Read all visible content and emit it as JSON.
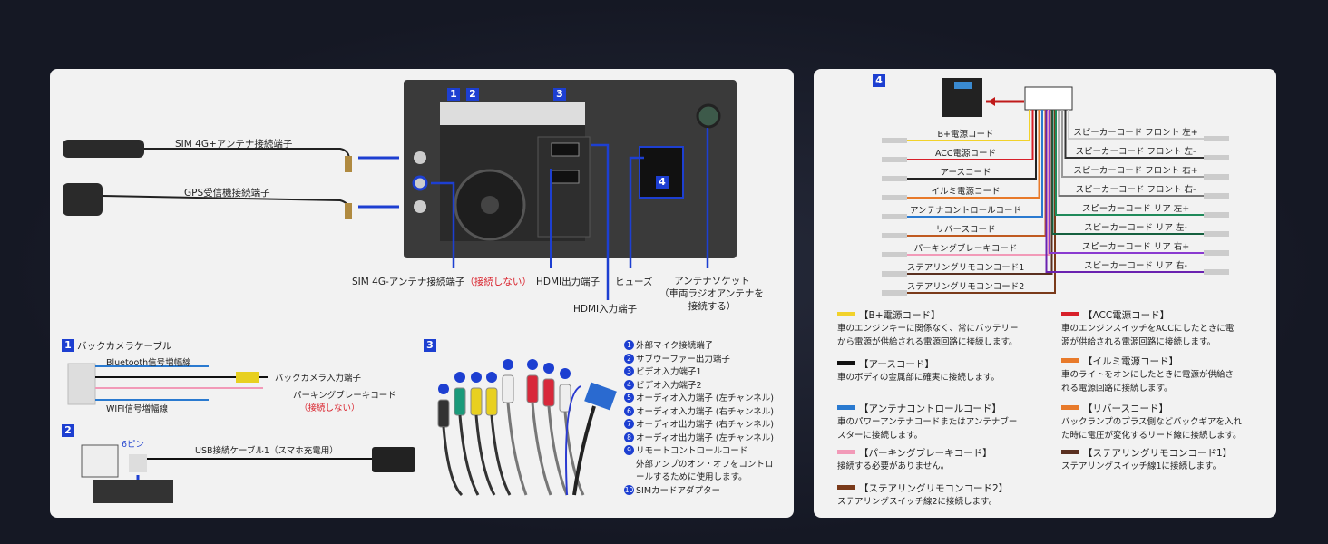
{
  "head_unit": {
    "badges": [
      "1",
      "2",
      "3",
      "4"
    ],
    "labels": {
      "sim_plus": "SIM 4G+アンテナ接続端子",
      "gps": "GPS受信機接続端子",
      "sim_minus": "SIM 4G-アンテナ接続端子",
      "sim_minus_note": "（接続しない）",
      "hdmi_out": "HDMI出力端子",
      "hdmi_in": "HDMI入力端子",
      "fuse": "ヒューズ",
      "antenna_socket": "アンテナソケット",
      "antenna_note1": "（車両ラジオアンテナを",
      "antenna_note2": "接続する）"
    }
  },
  "section1": {
    "badge": "1",
    "title": "バックカメラケーブル",
    "bluetooth": "Bluetooth信号増幅線",
    "wifi": "WIFI信号増幅線",
    "camera_in": "バックカメラ入力端子",
    "parking": "パーキングブレーキコード",
    "parking_note": "（接続しない）"
  },
  "section2": {
    "badge": "2",
    "pins": "6ピン",
    "usb": "USB接続ケーブル1（スマホ充電用）"
  },
  "section3": {
    "badge": "3",
    "items": [
      {
        "n": "1",
        "label": "外部マイク接続端子"
      },
      {
        "n": "2",
        "label": "サブウーファー出力端子"
      },
      {
        "n": "3",
        "label": "ビデオ入力端子1"
      },
      {
        "n": "4",
        "label": "ビデオ入力端子2"
      },
      {
        "n": "5",
        "label": "オーディオ入力端子 (左チャンネル)"
      },
      {
        "n": "6",
        "label": "オーディオ入力端子 (右チャンネル)"
      },
      {
        "n": "7",
        "label": "オーディオ出力端子 (右チャンネル)"
      },
      {
        "n": "8",
        "label": "オーディオ出力端子 (左チャンネル)"
      },
      {
        "n": "9",
        "label": "リモートコントロールコード"
      },
      {
        "n": "10",
        "label": "SIMカードアダプター"
      }
    ],
    "remote_desc1": "外部アンプのオン・オフをコントロ",
    "remote_desc2": "ールするために使用します。",
    "plug_colors": [
      "#333333",
      "#1a9a7a",
      "#e8d020",
      "#e8d020",
      "#eeeeee",
      "#d8283a",
      "#d8283a",
      "#eeeeee"
    ]
  },
  "section4": {
    "badge": "4",
    "left_wires": [
      {
        "label": "B+電源コード",
        "color": "#f2d22a"
      },
      {
        "label": "ACC電源コード",
        "color": "#d8202a"
      },
      {
        "label": "アースコード",
        "color": "#222222"
      },
      {
        "label": "イルミ電源コード",
        "color": "#e87a2a"
      },
      {
        "label": "アンテナコントロールコード",
        "color": "#2a7ad0"
      },
      {
        "label": "リバースコード",
        "color": "#c05a20"
      },
      {
        "label": "パーキングブレーキコード",
        "color": "#f29ab8"
      },
      {
        "label": "ステアリングリモコンコード1",
        "color": "#5a3020"
      },
      {
        "label": "ステアリングリモコンコード2",
        "color": "#7a3a1a"
      }
    ],
    "right_wires": [
      {
        "label": "スピーカーコード フロント 左+",
        "color": "#cccccc"
      },
      {
        "label": "スピーカーコード フロント 左-",
        "color": "#333333"
      },
      {
        "label": "スピーカーコード フロント 右+",
        "color": "#999999"
      },
      {
        "label": "スピーカーコード フロント 右-",
        "color": "#777777"
      },
      {
        "label": "スピーカーコード リア 左+",
        "color": "#1f8a5a"
      },
      {
        "label": "スピーカーコード リア 左-",
        "color": "#15603f"
      },
      {
        "label": "スピーカーコード リア 右+",
        "color": "#8a3ad0"
      },
      {
        "label": "スピーカーコード リア 右-",
        "color": "#6a22b0"
      }
    ],
    "legend": [
      {
        "title": "【B+電源コード】",
        "color": "#f2d22a",
        "desc": [
          "車のエンジンキーに関係なく、常にバッテリー",
          "から電源が供給される電源回路に接続します。"
        ]
      },
      {
        "title": "【アースコード】",
        "color": "#111111",
        "desc": [
          "車のボディの金属部に確実に接続します。"
        ]
      },
      {
        "title": "【アンテナコントロールコード】",
        "color": "#2a7ad0",
        "desc": [
          "車のパワーアンテナコードまたはアンテナブー",
          "スターに接続します。"
        ]
      },
      {
        "title": "【パーキングブレーキコード】",
        "color": "#f29ab8",
        "desc": [
          "接続する必要がありません。"
        ]
      },
      {
        "title": "【ステアリングリモコンコード2】",
        "color": "#7a3a1a",
        "desc": [
          "ステアリングスイッチ線2に接続します。"
        ]
      },
      {
        "title": "【ACC電源コード】",
        "color": "#d8202a",
        "desc": [
          "車のエンジンスイッチをACCにしたときに電",
          "源が供給される電源回路に接続します。"
        ]
      },
      {
        "title": "【イルミ電源コード】",
        "color": "#e87a2a",
        "desc": [
          "車のライトをオンにしたときに電源が供給さ",
          "れる電源回路に接続します。"
        ]
      },
      {
        "title": "【リバースコード】",
        "color": "#e87a2a",
        "desc": [
          "バックランプのプラス側などバックギアを入れ",
          "た時に電圧が変化するリード線に接続します。"
        ]
      },
      {
        "title": "【ステアリングリモコンコード1】",
        "color": "#5a3020",
        "desc": [
          "ステアリングスイッチ線1に接続します。"
        ]
      }
    ]
  }
}
